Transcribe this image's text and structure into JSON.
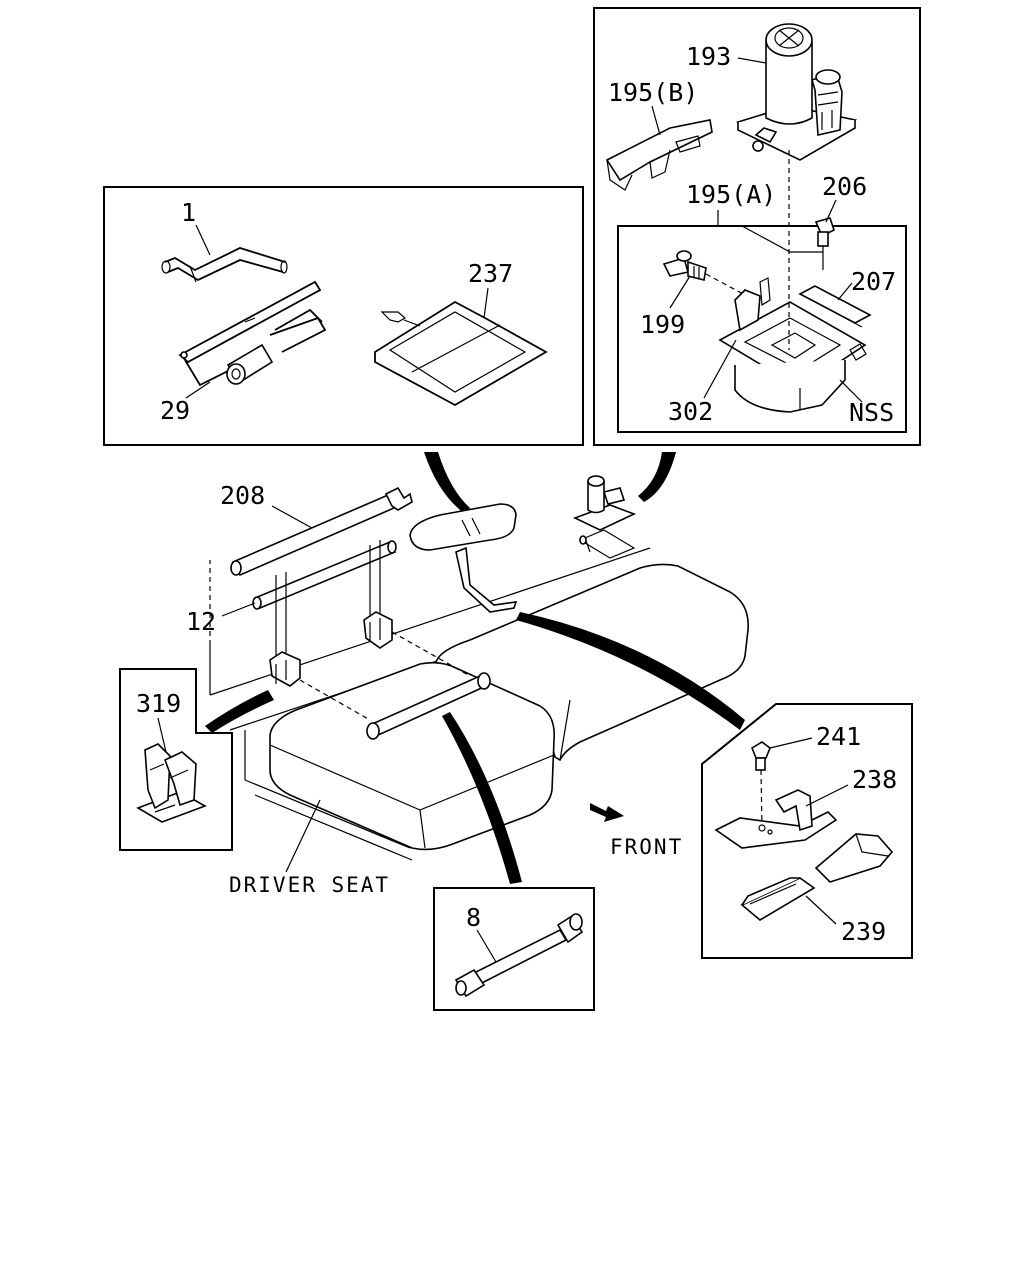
{
  "callouts": {
    "c1": "1",
    "c29": "29",
    "c237": "237",
    "c193": "193",
    "c195b": "195(B)",
    "c195a": "195(A)",
    "c206": "206",
    "c207": "207",
    "c199": "199",
    "c302": "302",
    "nss": "NSS",
    "c208": "208",
    "c12": "12",
    "c319": "319",
    "c241": "241",
    "c238": "238",
    "c239": "239",
    "c8": "8"
  },
  "labels": {
    "driver_seat": "DRIVER SEAT",
    "front": "FRONT"
  }
}
